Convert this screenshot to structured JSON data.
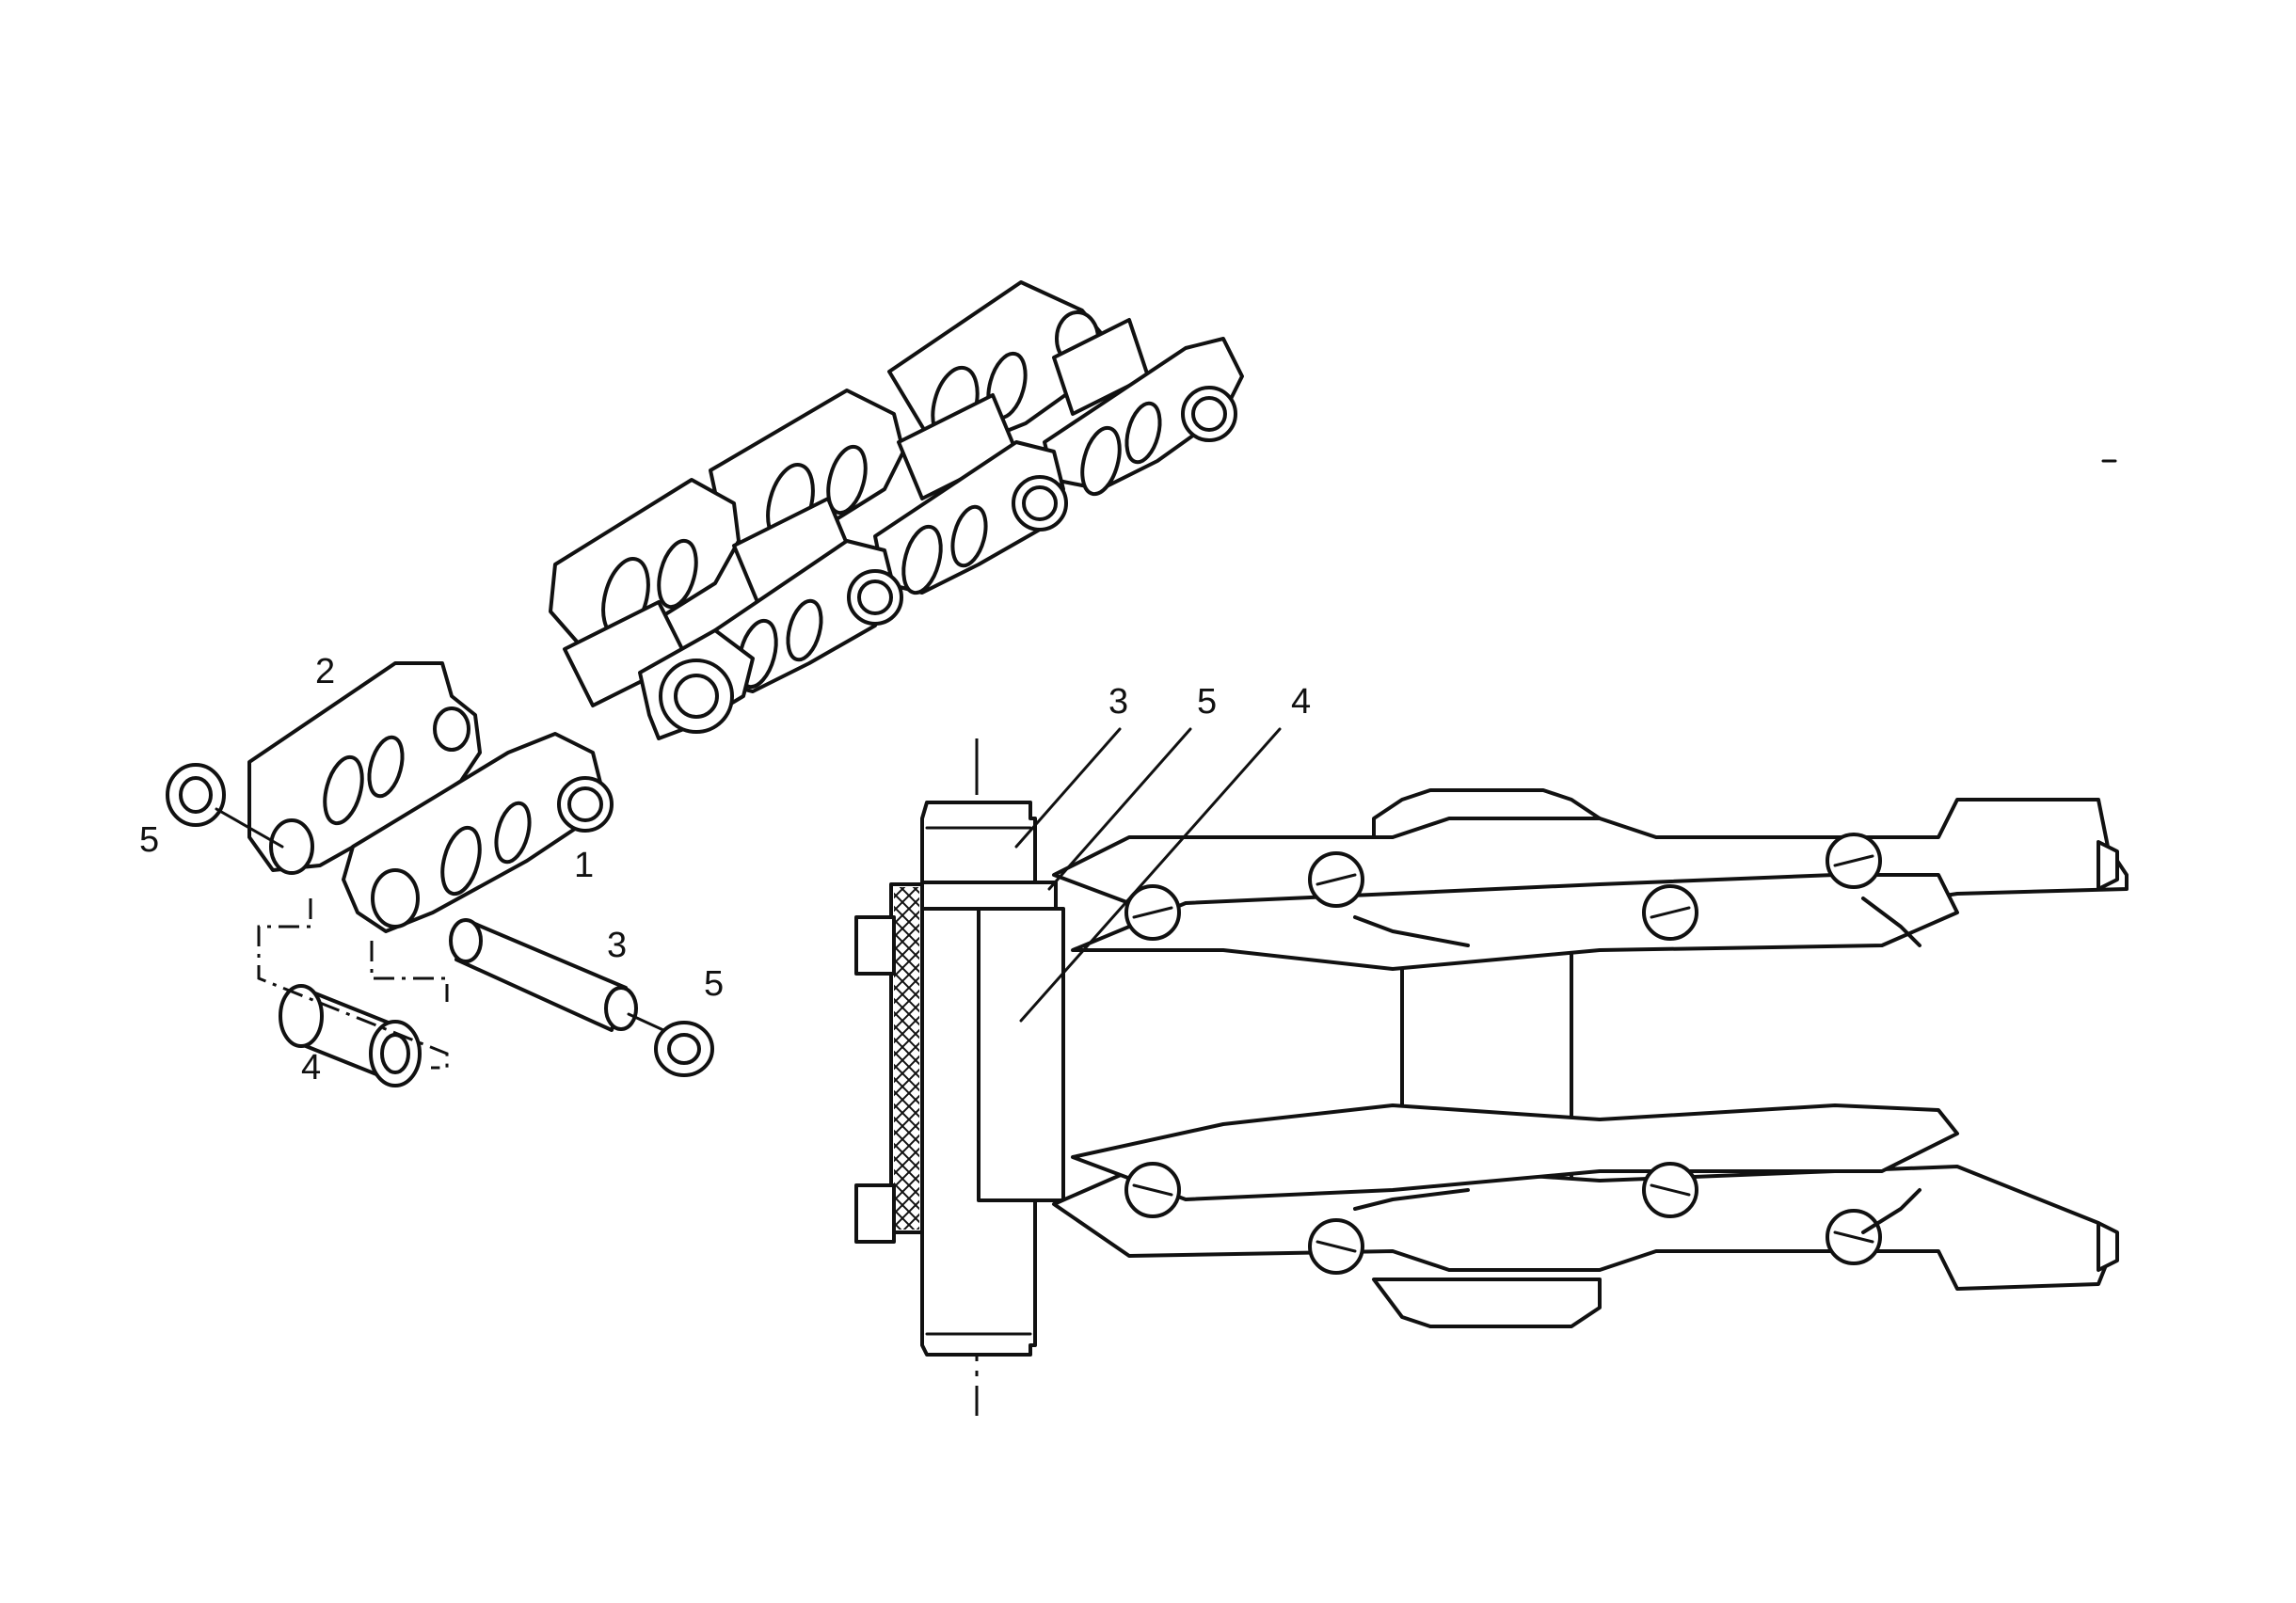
{
  "callouts": {
    "iso_link_1": "1",
    "iso_link_2": "2",
    "iso_pin_3": "3",
    "iso_bush_4": "4",
    "iso_seal_5_left": "5",
    "iso_seal_5_right": "5",
    "sec_pin_3": "3",
    "sec_seal_5": "5",
    "sec_bush_4": "4"
  }
}
